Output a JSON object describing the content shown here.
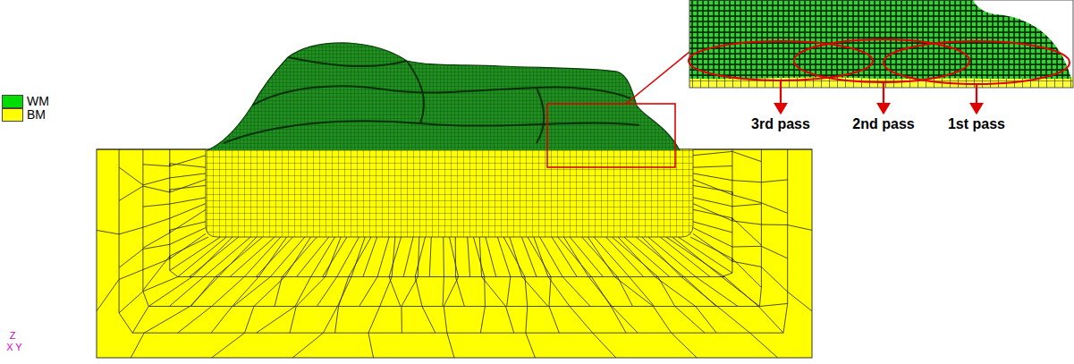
{
  "diagram": {
    "labels": [
      "3rd pass",
      "2nd pass",
      "1st pass",
      "Z",
      "X",
      "Y"
    ],
    "legend": [
      {
        "text": "WM",
        "color": "#00dd00"
      },
      {
        "text": "BM",
        "color": "#ffff00"
      }
    ]
  }
}
